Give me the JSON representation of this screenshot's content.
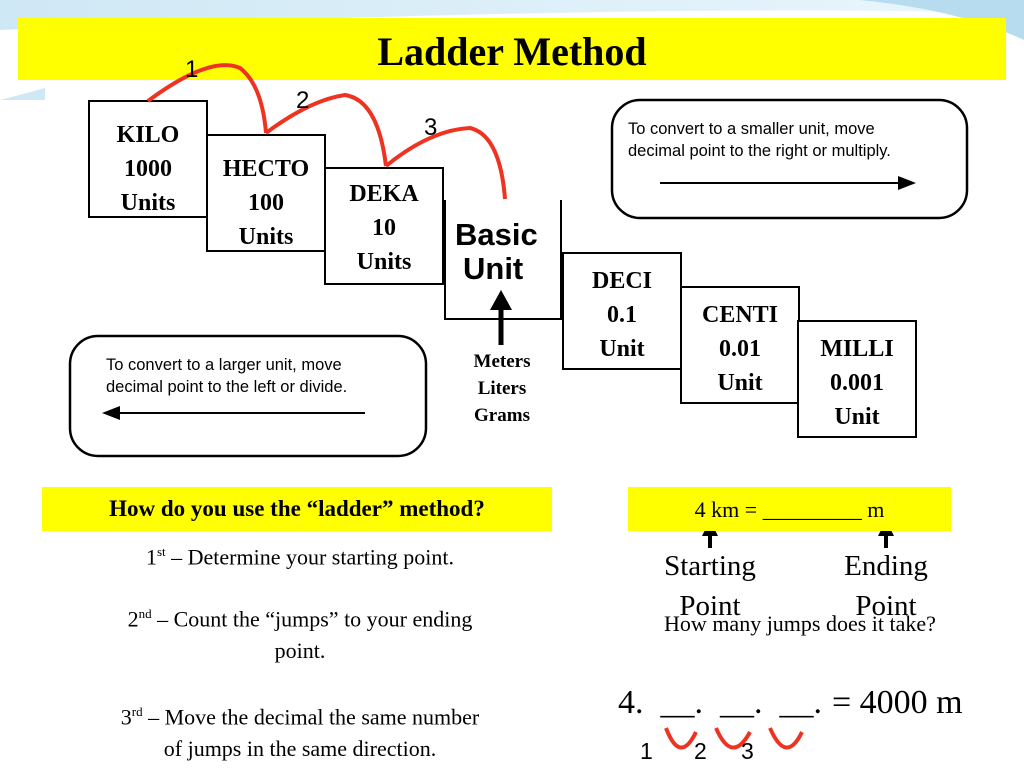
{
  "title": "Ladder Method",
  "jumps": [
    "1",
    "2",
    "3"
  ],
  "ladder": [
    {
      "name": "KILO",
      "value": "1000",
      "unit": "Units"
    },
    {
      "name": "HECTO",
      "value": "100",
      "unit": "Units"
    },
    {
      "name": "DEKA",
      "value": "10",
      "unit": "Units"
    },
    {
      "name": "Basic",
      "value": "",
      "unit": "Unit"
    },
    {
      "name": "DECI",
      "value": "0.1",
      "unit": "Unit"
    },
    {
      "name": "CENTI",
      "value": "0.01",
      "unit": "Unit"
    },
    {
      "name": "MILLI",
      "value": "0.001",
      "unit": "Unit"
    }
  ],
  "basic_units": [
    "Meters",
    "Liters",
    "Grams"
  ],
  "notes": {
    "smaller": [
      "To convert to a smaller unit, move",
      "decimal  point to the right or multiply."
    ],
    "larger": [
      "To convert to a larger unit, move",
      "decimal  point to the left or divide."
    ]
  },
  "question": "How do you use the “ladder” method?",
  "steps": [
    {
      "num": "1",
      "sup": "st",
      "text": " – Determine your starting point."
    },
    {
      "num": "2",
      "sup": "nd",
      "text_a": " – Count the “jumps” to your ending",
      "text_b": "point."
    },
    {
      "num": "3",
      "sup": "rd",
      "text_a": " – Move the decimal the same number",
      "text_b": "of jumps in the same direction."
    }
  ],
  "example": {
    "equation": "4 km = _________ m",
    "start_label": [
      "Starting",
      "Point"
    ],
    "end_label": [
      "Ending",
      "Point"
    ],
    "jumps_question": "How many jumps does it take?",
    "work": "4.  __.  __.  __.",
    "result": "= 4000 m",
    "jump_nums": [
      "1",
      "2",
      "3"
    ]
  },
  "colors": {
    "highlight": "#ffff00",
    "arc": "#ee3322",
    "text": "#000000"
  }
}
